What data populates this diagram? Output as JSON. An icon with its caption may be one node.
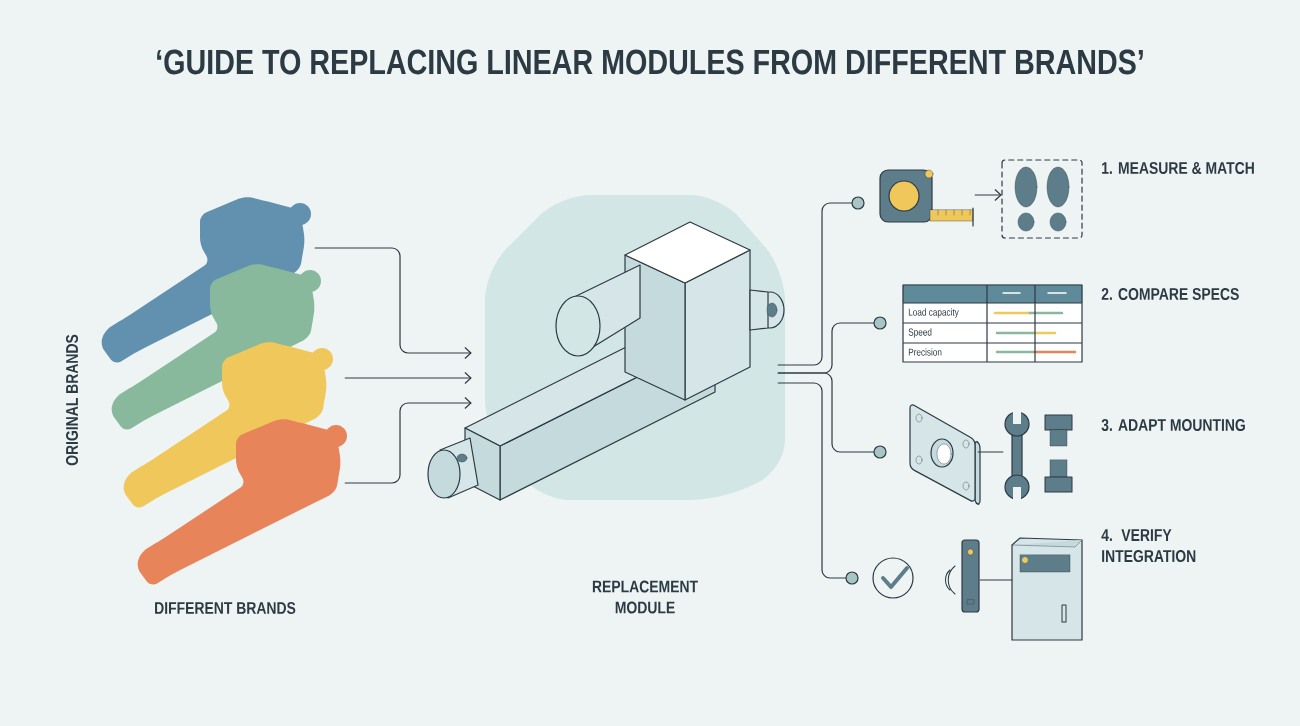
{
  "diagram": {
    "title": "‘GUIDE TO REPLACING LINEAR MODULES FROM DIFFERENT BRANDS’",
    "nodes": [
      {
        "text": [],
        "shape": "picture"
      },
      {
        "text": [],
        "shape": "picture"
      },
      {
        "text": [],
        "shape": "picture"
      },
      {
        "text": [],
        "shape": "picture"
      },
      {
        "text": [],
        "shape": "picture"
      },
      {
        "text": [],
        "shape": "circle"
      },
      {
        "text": [],
        "shape": "picture"
      },
      {
        "text": [],
        "shape": "picture"
      },
      {
        "text": [],
        "shape": "circle"
      },
      {
        "text": [],
        "shape": "circle"
      },
      {
        "text": [],
        "shape": "picture"
      },
      {
        "text": [],
        "shape": "picture"
      },
      {
        "text": [],
        "shape": "circle"
      },
      {
        "text": [],
        "shape": "picture"
      },
      {
        "text": [],
        "shape": "picture"
      }
    ],
    "edges": [
      {
        "from": 0,
        "to": 4,
        "arrow": "to"
      },
      {
        "from": 2,
        "to": 4,
        "arrow": "to"
      },
      {
        "from": 3,
        "to": 4,
        "arrow": "to"
      },
      {
        "from": 4,
        "to": 5,
        "arrow": "none"
      },
      {
        "from": 4,
        "to": 8,
        "arrow": "none"
      },
      {
        "from": 4,
        "to": 9,
        "arrow": "none"
      },
      {
        "from": 4,
        "to": 12,
        "arrow": "none"
      },
      {
        "from": 6,
        "to": 7,
        "arrow": "to"
      },
      {
        "from": 10,
        "to": 11,
        "arrow": "none"
      },
      {
        "from": 13,
        "to": 14,
        "arrow": "none"
      }
    ],
    "labels": [
      "ORIGINAL BRANDS",
      "DIFFERENT BRANDS",
      "1. MEASURE & MATCH",
      "2. COMPARE SPECS",
      "Load capacity",
      "Speed",
      "Precision",
      "3. ADAPT MOUNTING",
      "4. VERIFY INTEGRATION",
      "REPLACEMENT MODULE"
    ]
  }
}
